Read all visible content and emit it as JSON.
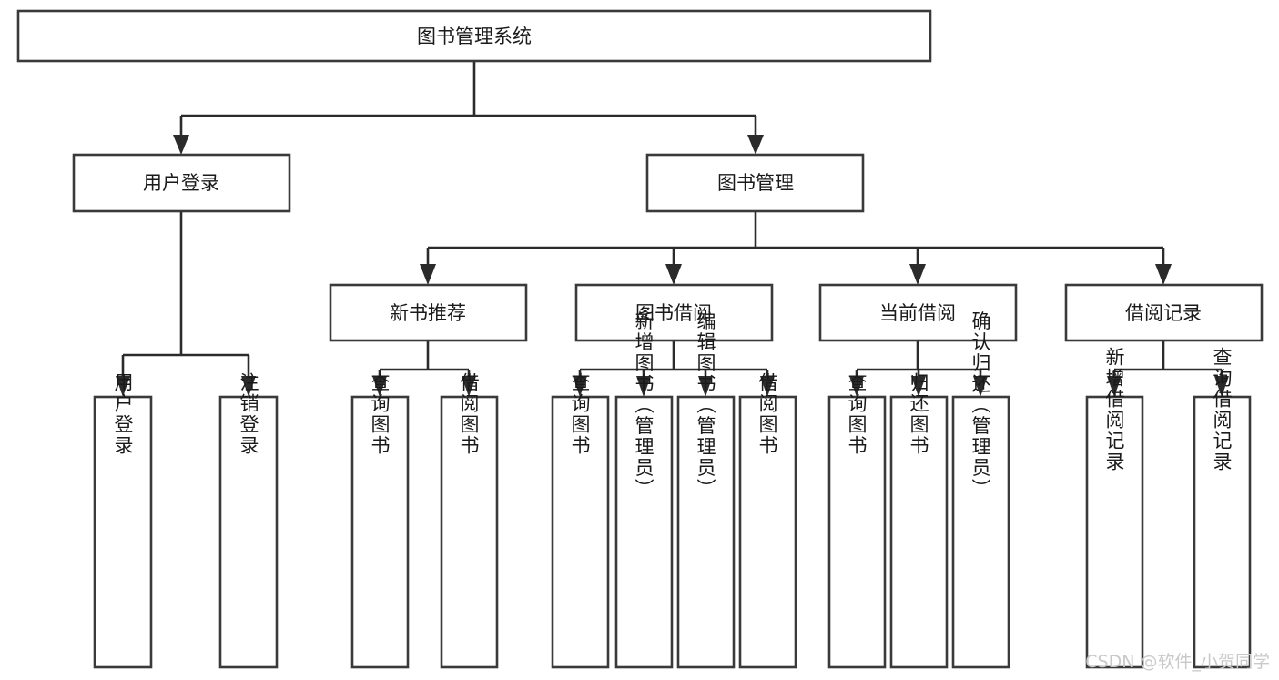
{
  "diagram": {
    "title": "图书管理系统",
    "type": "tree-hierarchy",
    "root": {
      "id": "root",
      "label": "图书管理系统"
    },
    "level2": [
      {
        "id": "user-login",
        "label": "用户登录"
      },
      {
        "id": "book-manage",
        "label": "图书管理"
      }
    ],
    "level3": [
      {
        "id": "new-book-recommend",
        "label": "新书推荐",
        "parent": "book-manage"
      },
      {
        "id": "book-borrow",
        "label": "图书借阅",
        "parent": "book-manage"
      },
      {
        "id": "current-borrow",
        "label": "当前借阅",
        "parent": "book-manage"
      },
      {
        "id": "borrow-record",
        "label": "借阅记录",
        "parent": "book-manage"
      }
    ],
    "leaves": [
      {
        "id": "leaf-user-login",
        "label": "用户登录",
        "parent": "user-login"
      },
      {
        "id": "leaf-user-logout",
        "label": "注销登录",
        "parent": "user-login"
      },
      {
        "id": "leaf-query-book-1",
        "label": "查询图书",
        "parent": "new-book-recommend"
      },
      {
        "id": "leaf-borrow-book-1",
        "label": "借阅图书",
        "parent": "new-book-recommend"
      },
      {
        "id": "leaf-query-book-2",
        "label": "查询图书",
        "parent": "book-borrow"
      },
      {
        "id": "leaf-add-book",
        "label": "新增图书（管理员）",
        "parent": "book-borrow"
      },
      {
        "id": "leaf-edit-book",
        "label": "编辑图书（管理员）",
        "parent": "book-borrow"
      },
      {
        "id": "leaf-borrow-book-2",
        "label": "借阅图书",
        "parent": "book-borrow"
      },
      {
        "id": "leaf-query-book-3",
        "label": "查询图书",
        "parent": "current-borrow"
      },
      {
        "id": "leaf-return-book",
        "label": "归还图书",
        "parent": "current-borrow"
      },
      {
        "id": "leaf-confirm-return",
        "label": "确认归还（管理员）",
        "parent": "current-borrow"
      },
      {
        "id": "leaf-add-record",
        "label": "新增借阅记录",
        "parent": "borrow-record"
      },
      {
        "id": "leaf-query-record",
        "label": "查询借阅记录",
        "parent": "borrow-record"
      }
    ],
    "colors": {
      "box_stroke": "#3a3a3a",
      "connector": "#2b2b2b",
      "background": "#ffffff",
      "text": "#1a1a1a",
      "watermark": "#c9c9c9"
    }
  },
  "watermark": {
    "text": "CSDN @软件_小贺同学"
  }
}
